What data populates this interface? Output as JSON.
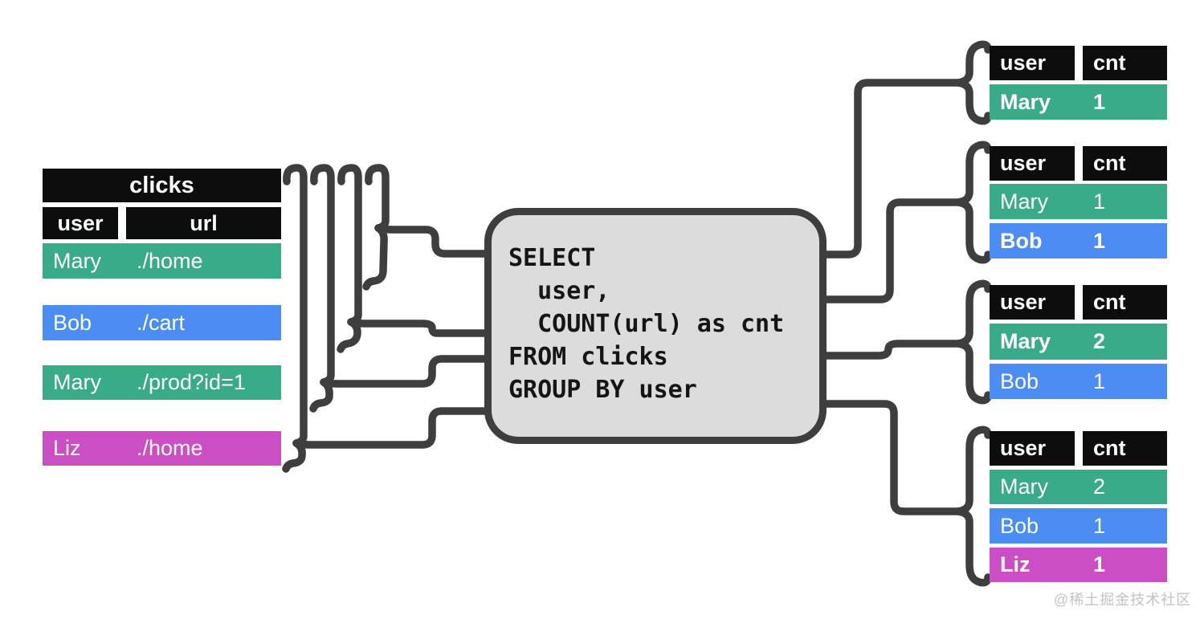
{
  "source_table": {
    "title": "clicks",
    "columns": [
      "user",
      "url"
    ],
    "rows": [
      {
        "user": "Mary",
        "url": "./home",
        "color": "green",
        "bold": false
      },
      {
        "user": "Bob",
        "url": "./cart",
        "color": "blue",
        "bold": false
      },
      {
        "user": "Mary",
        "url": "./prod?id=1",
        "color": "green",
        "bold": false
      },
      {
        "user": "Liz",
        "url": "./home",
        "color": "magenta",
        "bold": false
      }
    ]
  },
  "query": {
    "lines": [
      "SELECT",
      "  user,",
      "  COUNT(url) as cnt",
      "FROM clicks",
      "GROUP BY user"
    ]
  },
  "result_tables": [
    {
      "columns": [
        "user",
        "cnt"
      ],
      "rows": [
        {
          "user": "Mary",
          "cnt": "1",
          "color": "green",
          "bold": true
        }
      ]
    },
    {
      "columns": [
        "user",
        "cnt"
      ],
      "rows": [
        {
          "user": "Mary",
          "cnt": "1",
          "color": "green",
          "bold": false
        },
        {
          "user": "Bob",
          "cnt": "1",
          "color": "blue",
          "bold": true
        }
      ]
    },
    {
      "columns": [
        "user",
        "cnt"
      ],
      "rows": [
        {
          "user": "Mary",
          "cnt": "2",
          "color": "green",
          "bold": true
        },
        {
          "user": "Bob",
          "cnt": "1",
          "color": "blue",
          "bold": false
        }
      ]
    },
    {
      "columns": [
        "user",
        "cnt"
      ],
      "rows": [
        {
          "user": "Mary",
          "cnt": "2",
          "color": "green",
          "bold": false
        },
        {
          "user": "Bob",
          "cnt": "1",
          "color": "blue",
          "bold": false
        },
        {
          "user": "Liz",
          "cnt": "1",
          "color": "magenta",
          "bold": true
        }
      ]
    }
  ],
  "watermark": "@稀土掘金技术社区",
  "colors": {
    "green": "#3AAB87",
    "blue": "#4B8DF2",
    "magenta": "#CC4EC4",
    "black": "#0D0D0D",
    "line": "#3E3E3E",
    "boxfill": "#DCDCDC",
    "wm": "#C3C3C3"
  }
}
